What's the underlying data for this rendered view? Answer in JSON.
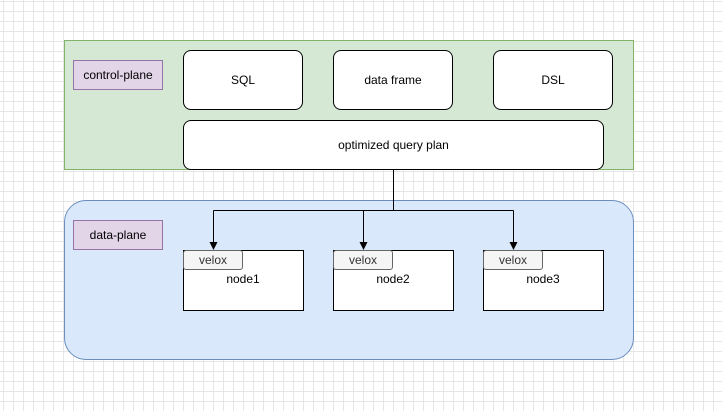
{
  "control_plane": {
    "label": "control-plane",
    "inputs": [
      "SQL",
      "data frame",
      "DSL"
    ],
    "plan": "optimized query plan"
  },
  "data_plane": {
    "label": "data-plane",
    "nodes": [
      {
        "name": "node1",
        "engine": "velox"
      },
      {
        "name": "node2",
        "engine": "velox"
      },
      {
        "name": "node3",
        "engine": "velox"
      }
    ]
  },
  "colors": {
    "control_fill": "#d5e8d4",
    "control_stroke": "#82b366",
    "data_fill": "#dae8fc",
    "data_stroke": "#6c8ebf",
    "label_fill": "#e1d5e7",
    "label_stroke": "#9673a6",
    "engine_fill": "#f5f5f5"
  }
}
